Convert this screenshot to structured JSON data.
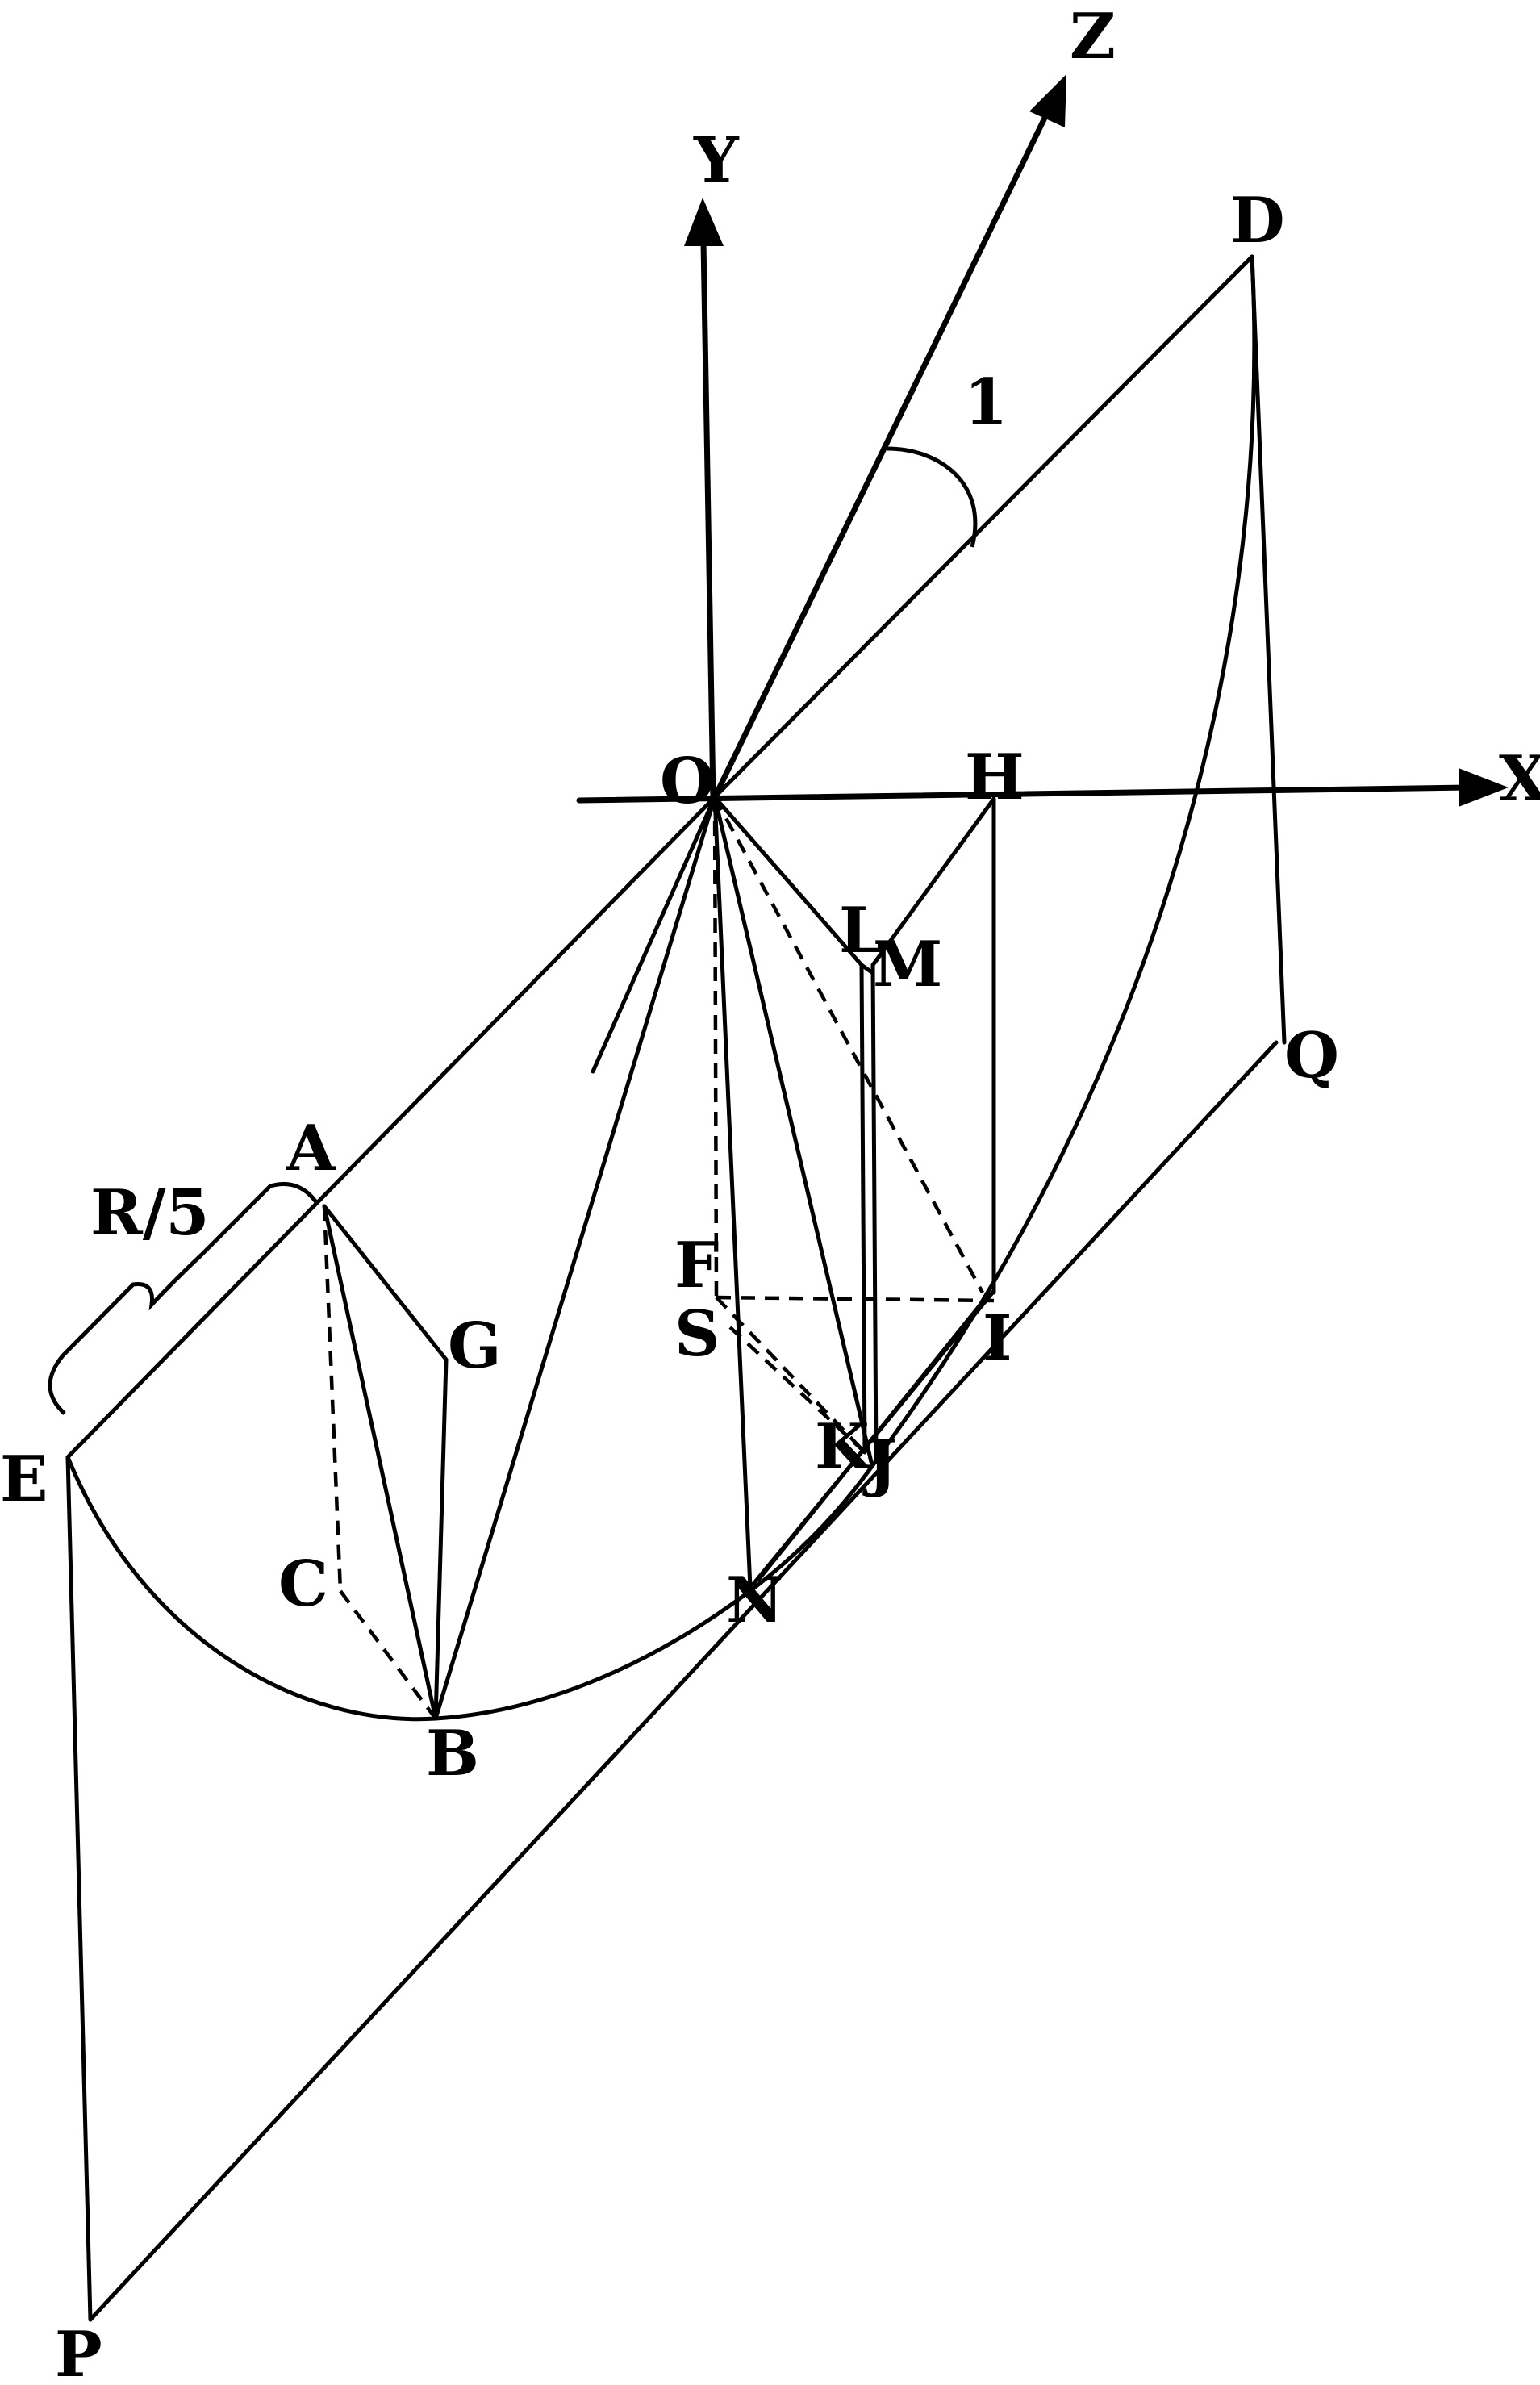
{
  "axes": {
    "x": "X",
    "y": "Y",
    "z": "Z"
  },
  "points": {
    "O": "O",
    "A": "A",
    "B": "B",
    "C": "C",
    "D": "D",
    "E": "E",
    "F": "F",
    "G": "G",
    "H": "H",
    "I": "I",
    "J": "J",
    "K": "K",
    "L": "L",
    "M": "M",
    "N": "N",
    "P": "P",
    "Q": "Q",
    "S": "S"
  },
  "annotations": {
    "angle": "1",
    "dimension": "R/5"
  }
}
